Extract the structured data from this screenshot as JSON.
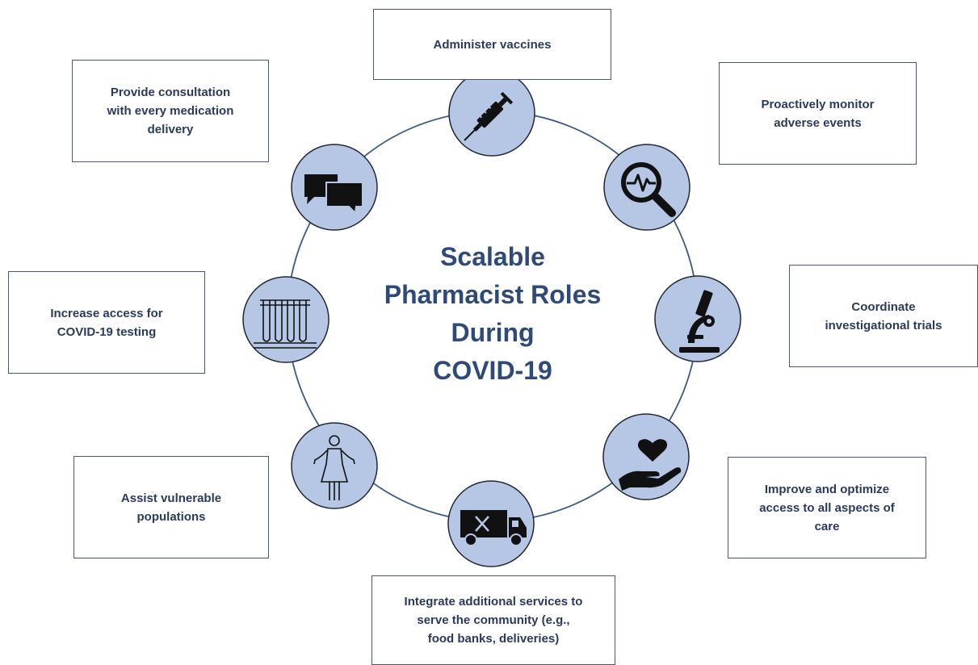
{
  "title": {
    "lines": [
      "Scalable",
      "Pharmacist Roles",
      "During",
      "COVID-19"
    ]
  },
  "colors": {
    "ring": "#3b5a8a",
    "node_fill": "#b6c7e6",
    "node_stroke": "#1f2633",
    "title": "#2e4a78",
    "box_text": "#2b3a5c",
    "box_border": "#4a5670"
  },
  "roles": [
    {
      "icon": "syringe-icon",
      "lines": [
        "Administer vaccines"
      ]
    },
    {
      "icon": "magnifier-pulse-icon",
      "lines": [
        "Proactively monitor",
        "adverse events"
      ]
    },
    {
      "icon": "microscope-icon",
      "lines": [
        "Coordinate",
        "investigational trials"
      ]
    },
    {
      "icon": "heart-hand-icon",
      "lines": [
        "Improve and optimize",
        "access to all aspects of",
        "care"
      ]
    },
    {
      "icon": "delivery-truck-icon",
      "lines": [
        "Integrate additional services to",
        "serve the community (e.g.,",
        "food banks, deliveries)"
      ]
    },
    {
      "icon": "person-icon",
      "lines": [
        "Assist vulnerable",
        "populations"
      ]
    },
    {
      "icon": "test-tubes-icon",
      "lines": [
        "Increase access for",
        "COVID-19 testing"
      ]
    },
    {
      "icon": "chat-bubbles-icon",
      "lines": [
        "Provide consultation",
        "with every medication",
        "delivery"
      ]
    }
  ]
}
